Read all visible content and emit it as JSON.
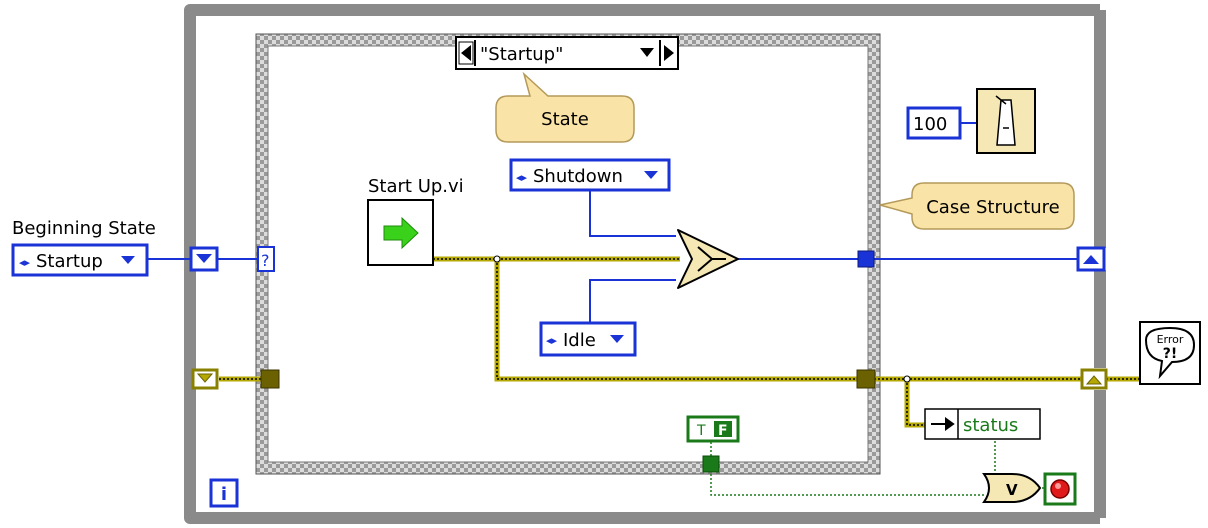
{
  "labels": {
    "beginning_state": "Beginning State",
    "start_up_vi": "Start Up.vi"
  },
  "constants": {
    "beginning_state_value": "Startup",
    "selector_value": "\"Startup\"",
    "shutdown_value": "Shutdown",
    "idle_value": "Idle",
    "wait_ms": "100"
  },
  "tooltips": {
    "state": "State",
    "case_structure": "Case Structure"
  },
  "indicators": {
    "status": "status",
    "iteration": "i",
    "case_selector_terminal": "?",
    "error_glyph": "Error",
    "error_marks": "?!",
    "or_glyph": "V",
    "bool_true": "T",
    "bool_false": "F"
  },
  "colors": {
    "enum_wire": "#1a33d6",
    "error_wire": "#b5a800",
    "bool_wire": "#1a7a1a",
    "structure_frame": "#8a8a8a",
    "tooltip_bg": "#f9e3a6",
    "stop_red": "#e0191b"
  }
}
